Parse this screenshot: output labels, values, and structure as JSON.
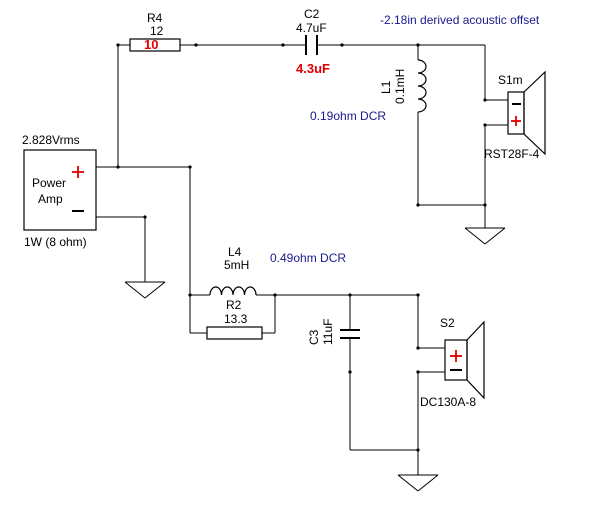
{
  "notes": {
    "offset": "-2.18in derived acoustic offset",
    "l1_dcr": "0.19ohm DCR",
    "l4_dcr": "0.49ohm DCR"
  },
  "source": {
    "voltage": "2.828Vrms",
    "name_line1": "Power",
    "name_line2": "Amp",
    "power": "1W (8 ohm)"
  },
  "r4": {
    "ref": "R4",
    "value": "12",
    "override": "10"
  },
  "c2": {
    "ref": "C2",
    "value": "4.7uF",
    "override": "4.3uF"
  },
  "l1": {
    "ref": "L1",
    "value": "0.1mH"
  },
  "s1": {
    "ref": "S1m",
    "model": "RST28F-4"
  },
  "l4": {
    "ref": "L4",
    "value": "5mH"
  },
  "r2": {
    "ref": "R2",
    "value": "13.3"
  },
  "c3": {
    "ref": "C3",
    "value": "11uF"
  },
  "s2": {
    "ref": "S2",
    "model": "DC130A-8"
  },
  "colors": {
    "ink": "#000000",
    "note": "#1a1a8c",
    "override": "#e00000"
  }
}
